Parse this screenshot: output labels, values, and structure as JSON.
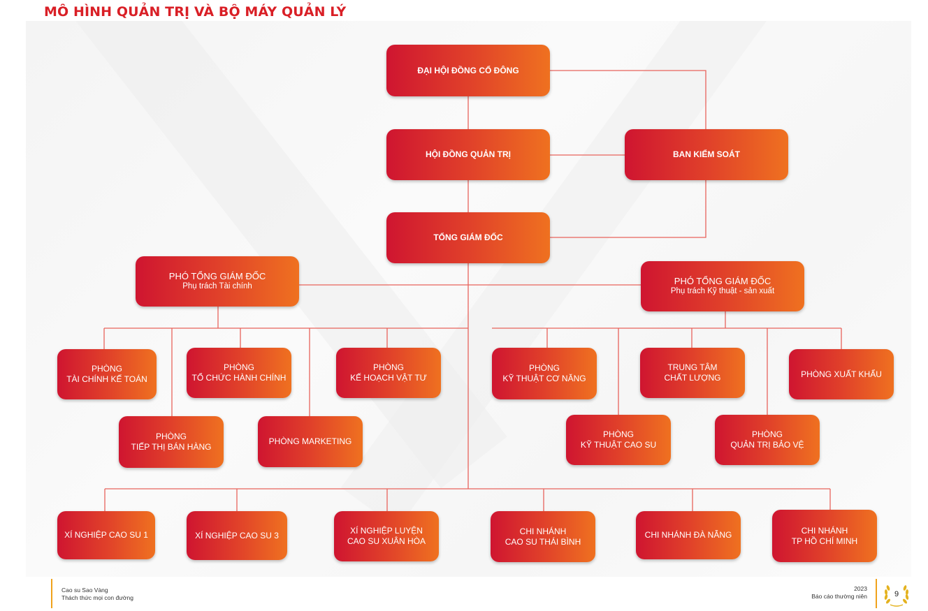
{
  "title": "MÔ HÌNH QUẢN TRỊ VÀ BỘ MÁY QUẢN LÝ",
  "nodes": {
    "dhdcd": [
      "ĐẠI HỘI ĐỒNG CỔ ĐÔNG"
    ],
    "hdqt": [
      "HỘI ĐỒNG QUẢN TRỊ"
    ],
    "bks": [
      "BAN KIỂM SOÁT"
    ],
    "tgd": [
      "TỔNG GIÁM ĐỐC"
    ],
    "ptgd_tc": [
      "PHÓ TỔNG GIÁM ĐỐC",
      "Phụ trách Tài chính"
    ],
    "ptgd_kt": [
      "PHÓ TỔNG GIÁM ĐỐC",
      "Phụ trách Kỹ thuật - sản xuất"
    ],
    "p_tckt": [
      "PHÒNG",
      "TÀI CHÍNH KẾ TOÁN"
    ],
    "p_tchc": [
      "PHÒNG",
      "TỔ CHỨC HÀNH CHÍNH"
    ],
    "p_khvt": [
      "PHÒNG",
      "KẾ HOẠCH VẬT TƯ"
    ],
    "p_ktcn": [
      "PHÒNG",
      "KỸ THUẬT CƠ NĂNG"
    ],
    "ttcl": [
      "TRUNG TÂM",
      "CHẤT LƯỢNG"
    ],
    "p_xk": [
      "PHÒNG XUẤT KHẨU"
    ],
    "p_ttbh": [
      "PHÒNG",
      "TIẾP THỊ BÁN HÀNG"
    ],
    "p_mkt": [
      "PHÒNG MARKETING"
    ],
    "p_ktcs": [
      "PHÒNG",
      "KỸ THUẬT CAO SU"
    ],
    "p_qtbv": [
      "PHÒNG",
      "QUẢN TRỊ BẢO VỆ"
    ],
    "xn1": [
      "XÍ NGHIỆP CAO SU 1"
    ],
    "xn3": [
      "XÍ NGHIỆP CAO SU 3"
    ],
    "xnl": [
      "XÍ NGHIỆP LUYỆN",
      "CAO SU XUÂN HÒA"
    ],
    "cn_tb": [
      "CHI NHÁNH",
      "CAO SU THÁI BÌNH"
    ],
    "cn_dn": [
      "CHI NHÁNH ĐÀ NẴNG"
    ],
    "cn_hcm": [
      "CHI NHÁNH",
      "TP HỒ CHÍ MINH"
    ]
  },
  "edges": [
    [
      "dhdcd",
      "hdqt"
    ],
    [
      "dhdcd",
      "bks"
    ],
    [
      "hdqt",
      "bks"
    ],
    [
      "hdqt",
      "tgd"
    ],
    [
      "bks",
      "tgd"
    ],
    [
      "tgd",
      "ptgd_tc"
    ],
    [
      "tgd",
      "ptgd_kt"
    ],
    [
      "ptgd_tc",
      "p_tckt"
    ],
    [
      "ptgd_tc",
      "p_ttbh"
    ],
    [
      "ptgd_tc",
      "p_tchc"
    ],
    [
      "ptgd_tc",
      "p_mkt"
    ],
    [
      "ptgd_tc",
      "p_khvt"
    ],
    [
      "ptgd_kt",
      "p_ktcn"
    ],
    [
      "ptgd_kt",
      "p_ktcs"
    ],
    [
      "ptgd_kt",
      "ttcl"
    ],
    [
      "ptgd_kt",
      "p_qtbv"
    ],
    [
      "ptgd_kt",
      "p_xk"
    ],
    [
      "tgd",
      "xn1"
    ],
    [
      "tgd",
      "xn3"
    ],
    [
      "tgd",
      "xnl"
    ],
    [
      "tgd",
      "cn_tb"
    ],
    [
      "tgd",
      "cn_dn"
    ],
    [
      "tgd",
      "cn_hcm"
    ]
  ],
  "footer": {
    "company": "Cao su Sao Vàng",
    "slogan": "Thách thức mọi con đường",
    "year": "2023",
    "report": "Báo cáo thường niên",
    "page": "9"
  },
  "colors": {
    "title": "#d91f26",
    "box_start": "#cf1530",
    "box_end": "#ef7120",
    "connector": "#e8635c",
    "footer_accent": "#f0a21b"
  },
  "icons": {
    "page_badge": "laurel-wreath-icon"
  }
}
